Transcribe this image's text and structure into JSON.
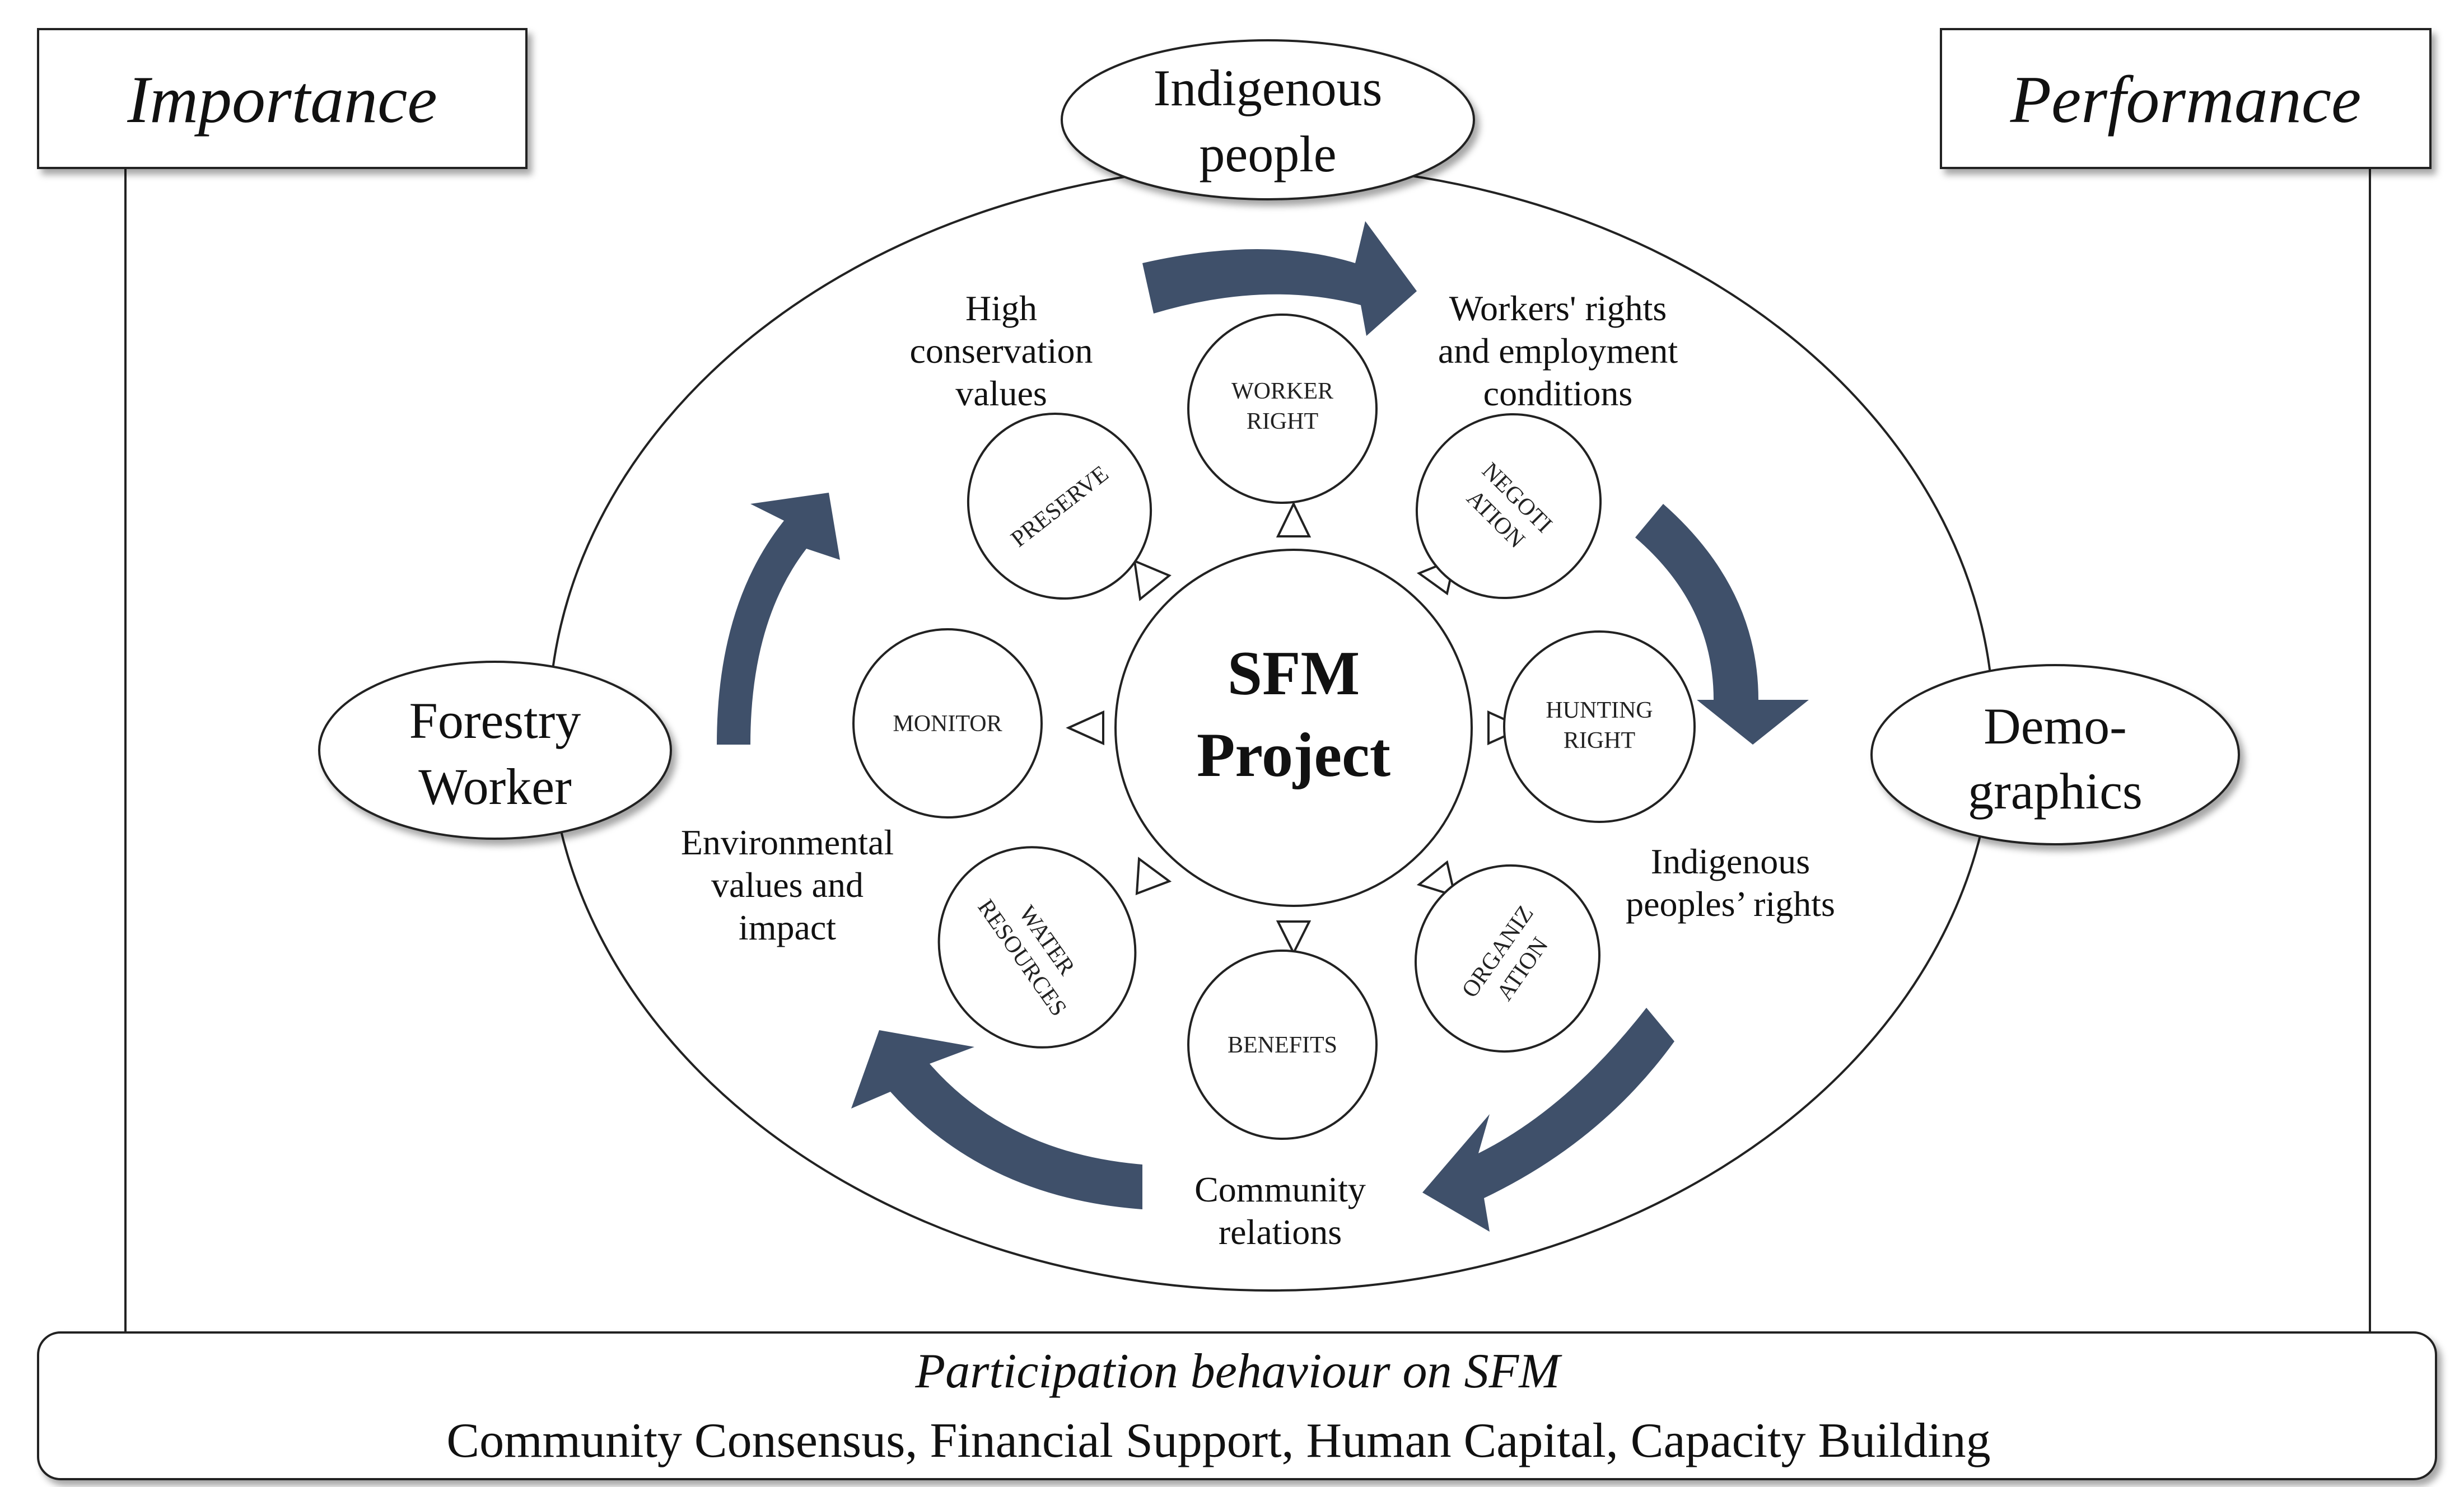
{
  "frame": {
    "left_label": "Importance",
    "right_label": "Performance"
  },
  "stakeholders": {
    "top": [
      "Indigenous",
      "people"
    ],
    "left": [
      "Forestry",
      "Worker"
    ],
    "right": [
      "Demo-",
      "graphics"
    ]
  },
  "center": [
    "SFM",
    "Project"
  ],
  "sections": {
    "high_conservation": [
      "High",
      "conservation",
      "values"
    ],
    "workers_rights": [
      "Workers' rights",
      "and employment",
      "conditions"
    ],
    "indigenous_rights": [
      "Indigenous",
      "peoples’ rights"
    ],
    "community_relations": [
      "Community",
      "relations"
    ],
    "environmental": [
      "Environmental",
      "values and",
      "impact"
    ]
  },
  "components": {
    "worker_right": [
      "WORKER",
      "RIGHT"
    ],
    "negotiation": [
      "NEGOTI",
      "ATION"
    ],
    "hunting_right": [
      "HUNTING",
      "RIGHT"
    ],
    "organization": [
      "ORGANIZ",
      "ATION"
    ],
    "benefits": [
      "BENEFITS"
    ],
    "water_resources": [
      "WATER",
      "RESOURCES"
    ],
    "monitor": [
      "MONITOR"
    ],
    "preserve": [
      "PRESERVE"
    ]
  },
  "banner": {
    "title": "Participation behaviour on SFM",
    "text": "Community Consensus, Financial Support, Human Capital, Capacity Building"
  },
  "colors": {
    "arrow": "#3f506a",
    "line": "#222222"
  }
}
